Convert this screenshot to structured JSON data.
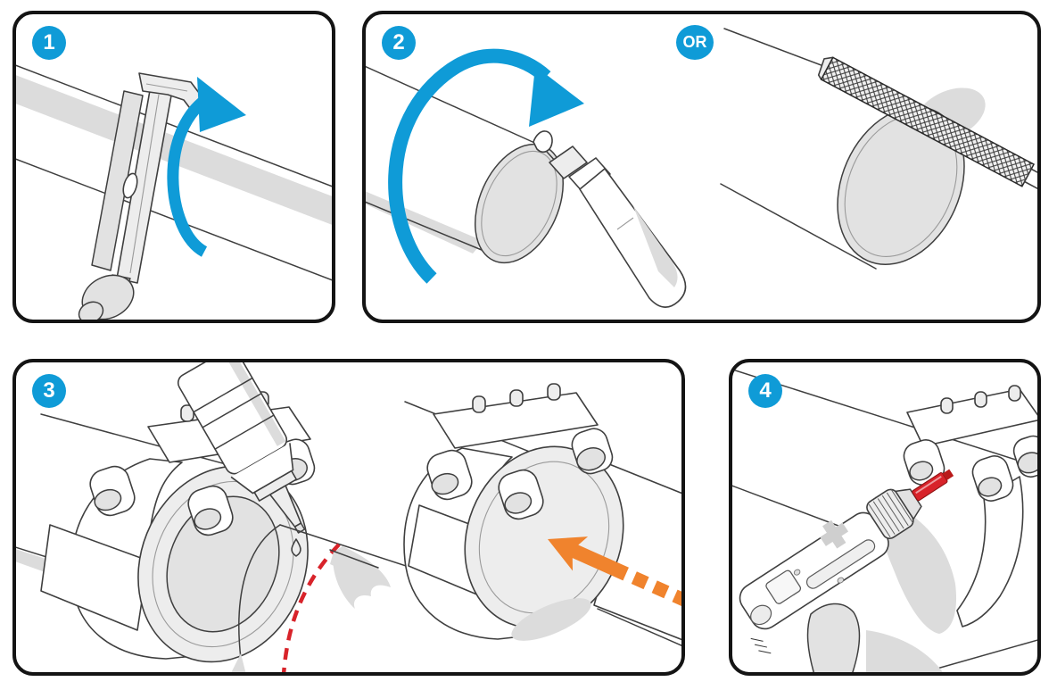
{
  "colors": {
    "accent_blue": "#0f9bd7",
    "accent_orange": "#f0832d",
    "accent_red": "#d8232a",
    "panel_border": "#141414",
    "outline": "#3f3f3f",
    "fill_shade": "#dcdcdc"
  },
  "panels": [
    {
      "badge": "1",
      "scene": "pipe-cutter-rotating-around-pipe"
    },
    {
      "badge": "2",
      "or_label": "OR",
      "scene_left": "deburring-knife-on-pipe-end",
      "scene_right": "flat-file-smoothing-pipe-end"
    },
    {
      "badge": "3",
      "scene_left": "coupling-clamp-adhesive-bottle-glue-line",
      "scene_right": "coupling-slid-onto-pipe"
    },
    {
      "badge": "4",
      "scene": "drill-driving-red-screw-into-coupling"
    }
  ]
}
